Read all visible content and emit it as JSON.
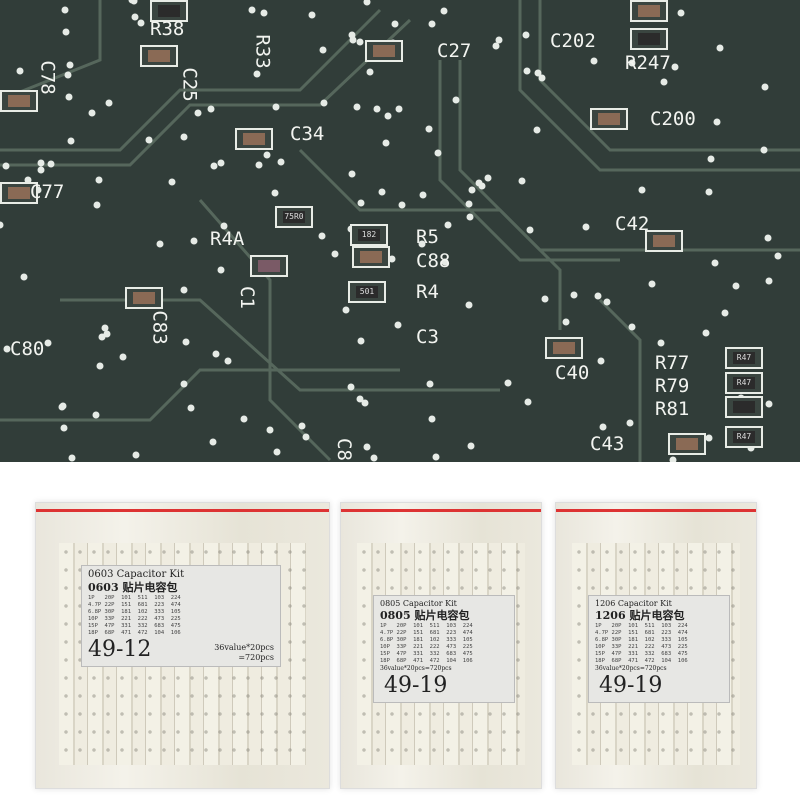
{
  "pcb": {
    "labels": [
      "R38",
      "R33",
      "C27",
      "C202",
      "R247",
      "C78",
      "C25",
      "C200",
      "C34",
      "C77",
      "R4A",
      "R5",
      "C88",
      "C42",
      "R4",
      "C1",
      "C83",
      "C3",
      "C80",
      "C40",
      "R77",
      "R79",
      "R81",
      "C43",
      "C8"
    ],
    "markings": [
      "75R0",
      "182",
      "501",
      "R47",
      "R47",
      "R47"
    ]
  },
  "kits": [
    {
      "title": "0603 Capacitor Kit",
      "subtitle": "0603 贴片电容包",
      "rows": [
        "1P   20P  101  511  103  224",
        "4.7P 22P  151  681  223  474",
        "6.8P 30P  181  102  333  105",
        "10P  33P  221  222  473  225",
        "15P  47P  331  332  683  475",
        "18P  68P  471  472  104  106"
      ],
      "code": "49-12",
      "qty": "36value*20pcs",
      "total": "=720pcs"
    },
    {
      "title": "0805 Capacitor Kit",
      "subtitle": "0805 贴片电容包",
      "rows": [
        "1P   20P  101  511  103  224",
        "4.7P 22P  151  681  223  474",
        "6.8P 30P  181  102  333  105",
        "10P  33P  221  222  473  225",
        "15P  47P  331  332  683  475",
        "18P  68P  471  472  104  106"
      ],
      "qty": "36value*20pcs=720pcs",
      "code": "49-19"
    },
    {
      "title": "1206 Capacitor Kit",
      "subtitle": "1206 贴片电容包",
      "rows": [
        "1P   20P  101  511  103  224",
        "4.7P 22P  151  681  223  474",
        "6.8P 30P  181  102  333  105",
        "10P  33P  221  222  473  225",
        "15P  47P  331  332  683  475",
        "18P  68P  471  472  104  106"
      ],
      "qty": "36value*20pcs=720pcs",
      "code": "49-19"
    }
  ],
  "colors": {
    "pcb": "#313d39",
    "silkscreen": "#f2f4f0",
    "trace": "#4f5f56",
    "zip": "#dd3333"
  }
}
